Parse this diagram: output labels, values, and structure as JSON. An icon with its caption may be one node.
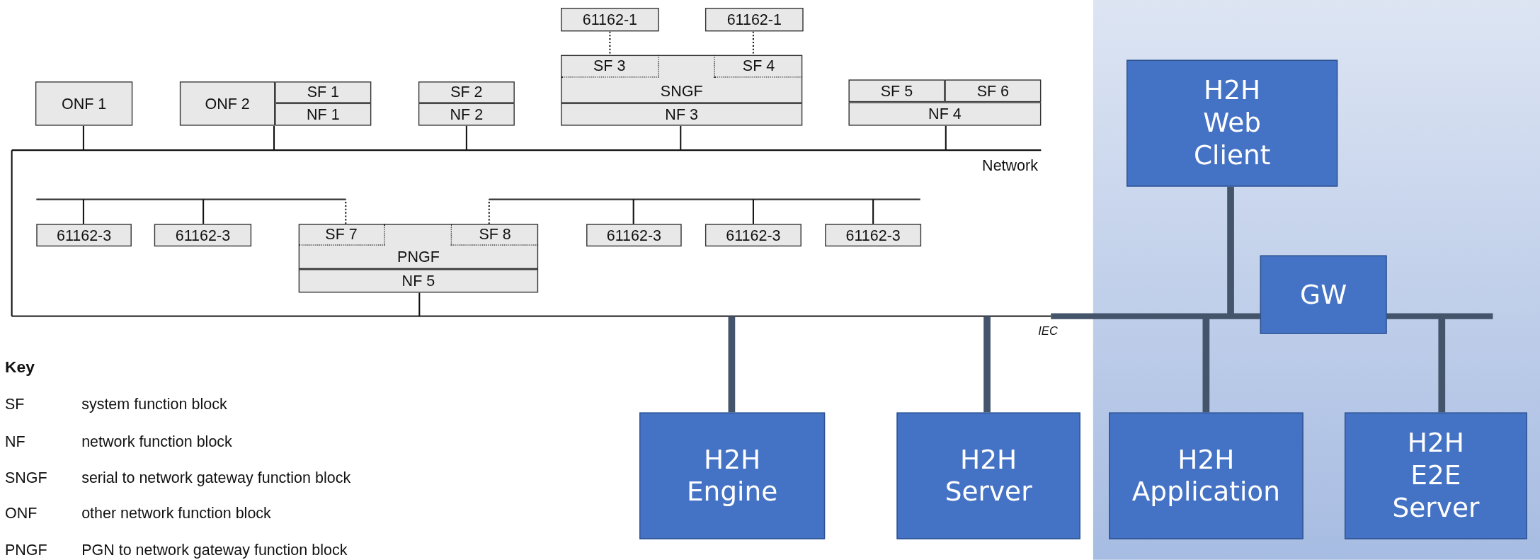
{
  "diagram": {
    "nodes": [
      {
        "text": [
          "ONF 1"
        ]
      },
      {
        "text": [
          "ONF 2"
        ]
      },
      {
        "text": [
          "SF 1"
        ]
      },
      {
        "text": [
          "NF 1"
        ]
      },
      {
        "text": [
          "SF 2"
        ]
      },
      {
        "text": [
          "NF 2"
        ]
      },
      {
        "text": [
          "61162-1"
        ]
      },
      {
        "text": [
          "61162-1"
        ]
      },
      {
        "text": [
          "SNGF"
        ]
      },
      {
        "text": [
          "SF 3"
        ],
        "in": 8
      },
      {
        "text": [
          "SF 4"
        ],
        "in": 8
      },
      {
        "text": [
          "NF 3"
        ]
      },
      {
        "text": [
          "SF 5"
        ]
      },
      {
        "text": [
          "SF 6"
        ]
      },
      {
        "text": [
          "NF 4"
        ]
      },
      {
        "text": [],
        "shape": "bar"
      },
      {
        "text": [],
        "shape": "bar"
      },
      {
        "text": [],
        "shape": "bar"
      },
      {
        "text": [
          "61162-3"
        ]
      },
      {
        "text": [
          "61162-3"
        ]
      },
      {
        "text": [
          "PNGF"
        ]
      },
      {
        "text": [
          "SF 7"
        ],
        "in": 20
      },
      {
        "text": [
          "SF 8"
        ],
        "in": 20
      },
      {
        "text": [
          "61162-3"
        ]
      },
      {
        "text": [
          "61162-3"
        ]
      },
      {
        "text": [
          "61162-3"
        ]
      },
      {
        "text": [
          "NF 5"
        ]
      },
      {
        "text": [],
        "shape": "bar"
      },
      {
        "text": [
          "H2H Web Client"
        ]
      },
      {
        "text": [
          "GW"
        ]
      },
      {
        "text": [
          "H2H Engine"
        ]
      },
      {
        "text": [
          "H2H Server"
        ]
      },
      {
        "text": [
          "H2H Application"
        ]
      },
      {
        "text": [
          "H2H E2E Server"
        ]
      }
    ],
    "edges": [
      {
        "from": 6,
        "to": 9,
        "arrow": "none",
        "style": "dashed"
      },
      {
        "from": 7,
        "to": 10,
        "arrow": "none",
        "style": "dashed"
      },
      {
        "from": 0,
        "to": 15,
        "arrow": "none"
      },
      {
        "from": 1,
        "to": 15,
        "arrow": "none"
      },
      {
        "from": 5,
        "to": 15,
        "arrow": "none"
      },
      {
        "from": 11,
        "to": 15,
        "arrow": "none"
      },
      {
        "from": 14,
        "to": 15,
        "arrow": "none"
      },
      {
        "from": 15,
        "to": 27,
        "arrow": "none"
      },
      {
        "from": 18,
        "to": 16,
        "arrow": "none"
      },
      {
        "from": 19,
        "to": 16,
        "arrow": "none"
      },
      {
        "from": 21,
        "to": 16,
        "arrow": "none",
        "style": "dashed"
      },
      {
        "from": 22,
        "to": 17,
        "arrow": "none",
        "style": "dashed"
      },
      {
        "from": 23,
        "to": 17,
        "arrow": "none"
      },
      {
        "from": 24,
        "to": 17,
        "arrow": "none"
      },
      {
        "from": 25,
        "to": 17,
        "arrow": "none"
      },
      {
        "from": 26,
        "to": 27,
        "arrow": "none"
      },
      {
        "from": 30,
        "to": 27,
        "arrow": "none",
        "style": "thick",
        "color": "#44546a"
      },
      {
        "from": 31,
        "to": 27,
        "arrow": "none",
        "style": "thick",
        "color": "#44546a"
      },
      {
        "from": 32,
        "to": 27,
        "arrow": "none",
        "style": "thick",
        "color": "#44546a"
      },
      {
        "from": 33,
        "to": 27,
        "arrow": "none",
        "style": "thick",
        "color": "#44546a"
      },
      {
        "from": 28,
        "to": 27,
        "arrow": "none",
        "style": "thick",
        "color": "#44546a"
      }
    ],
    "labels": [
      "Network",
      "IEC",
      "Key",
      "SF",
      "system function block",
      "NF",
      "network function block",
      "SNGF",
      "serial to network gateway function block",
      "ONF",
      "other network function block",
      "PNGF",
      "PGN to network gateway function block"
    ]
  }
}
